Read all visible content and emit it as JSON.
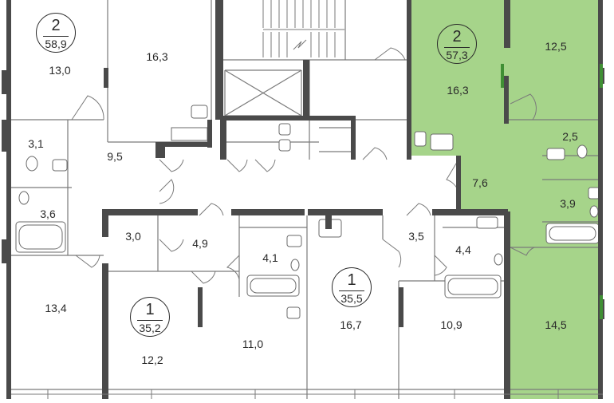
{
  "colors": {
    "highlight": "#a6d48a",
    "wall": "#4a4a4a",
    "line": "#7a7a7a",
    "accent_band": "#3f8f34"
  },
  "apartments": [
    {
      "id": "apt-2-left",
      "number": "2",
      "area": "58,9"
    },
    {
      "id": "apt-2-right",
      "number": "2",
      "area": "57,3",
      "highlighted": true
    },
    {
      "id": "apt-1-center",
      "number": "1",
      "area": "35,5"
    },
    {
      "id": "apt-1-left",
      "number": "1",
      "area": "35,2"
    }
  ],
  "rooms": [
    {
      "name": "room-13-0",
      "label": "13,0"
    },
    {
      "name": "room-16-3-left",
      "label": "16,3"
    },
    {
      "name": "room-16-3-right",
      "label": "16,3"
    },
    {
      "name": "room-12-5",
      "label": "12,5"
    },
    {
      "name": "room-3-1",
      "label": "3,1"
    },
    {
      "name": "room-9-5",
      "label": "9,5"
    },
    {
      "name": "room-3-6",
      "label": "3,6"
    },
    {
      "name": "room-2-5",
      "label": "2,5"
    },
    {
      "name": "room-7-6",
      "label": "7,6"
    },
    {
      "name": "room-3-9",
      "label": "3,9"
    },
    {
      "name": "room-3-0",
      "label": "3,0"
    },
    {
      "name": "room-4-9",
      "label": "4,9"
    },
    {
      "name": "room-4-1",
      "label": "4,1"
    },
    {
      "name": "room-3-5",
      "label": "3,5"
    },
    {
      "name": "room-4-4",
      "label": "4,4"
    },
    {
      "name": "room-13-4",
      "label": "13,4"
    },
    {
      "name": "room-12-2",
      "label": "12,2"
    },
    {
      "name": "room-11-0",
      "label": "11,0"
    },
    {
      "name": "room-16-7",
      "label": "16,7"
    },
    {
      "name": "room-10-9",
      "label": "10,9"
    },
    {
      "name": "room-14-5",
      "label": "14,5"
    }
  ]
}
